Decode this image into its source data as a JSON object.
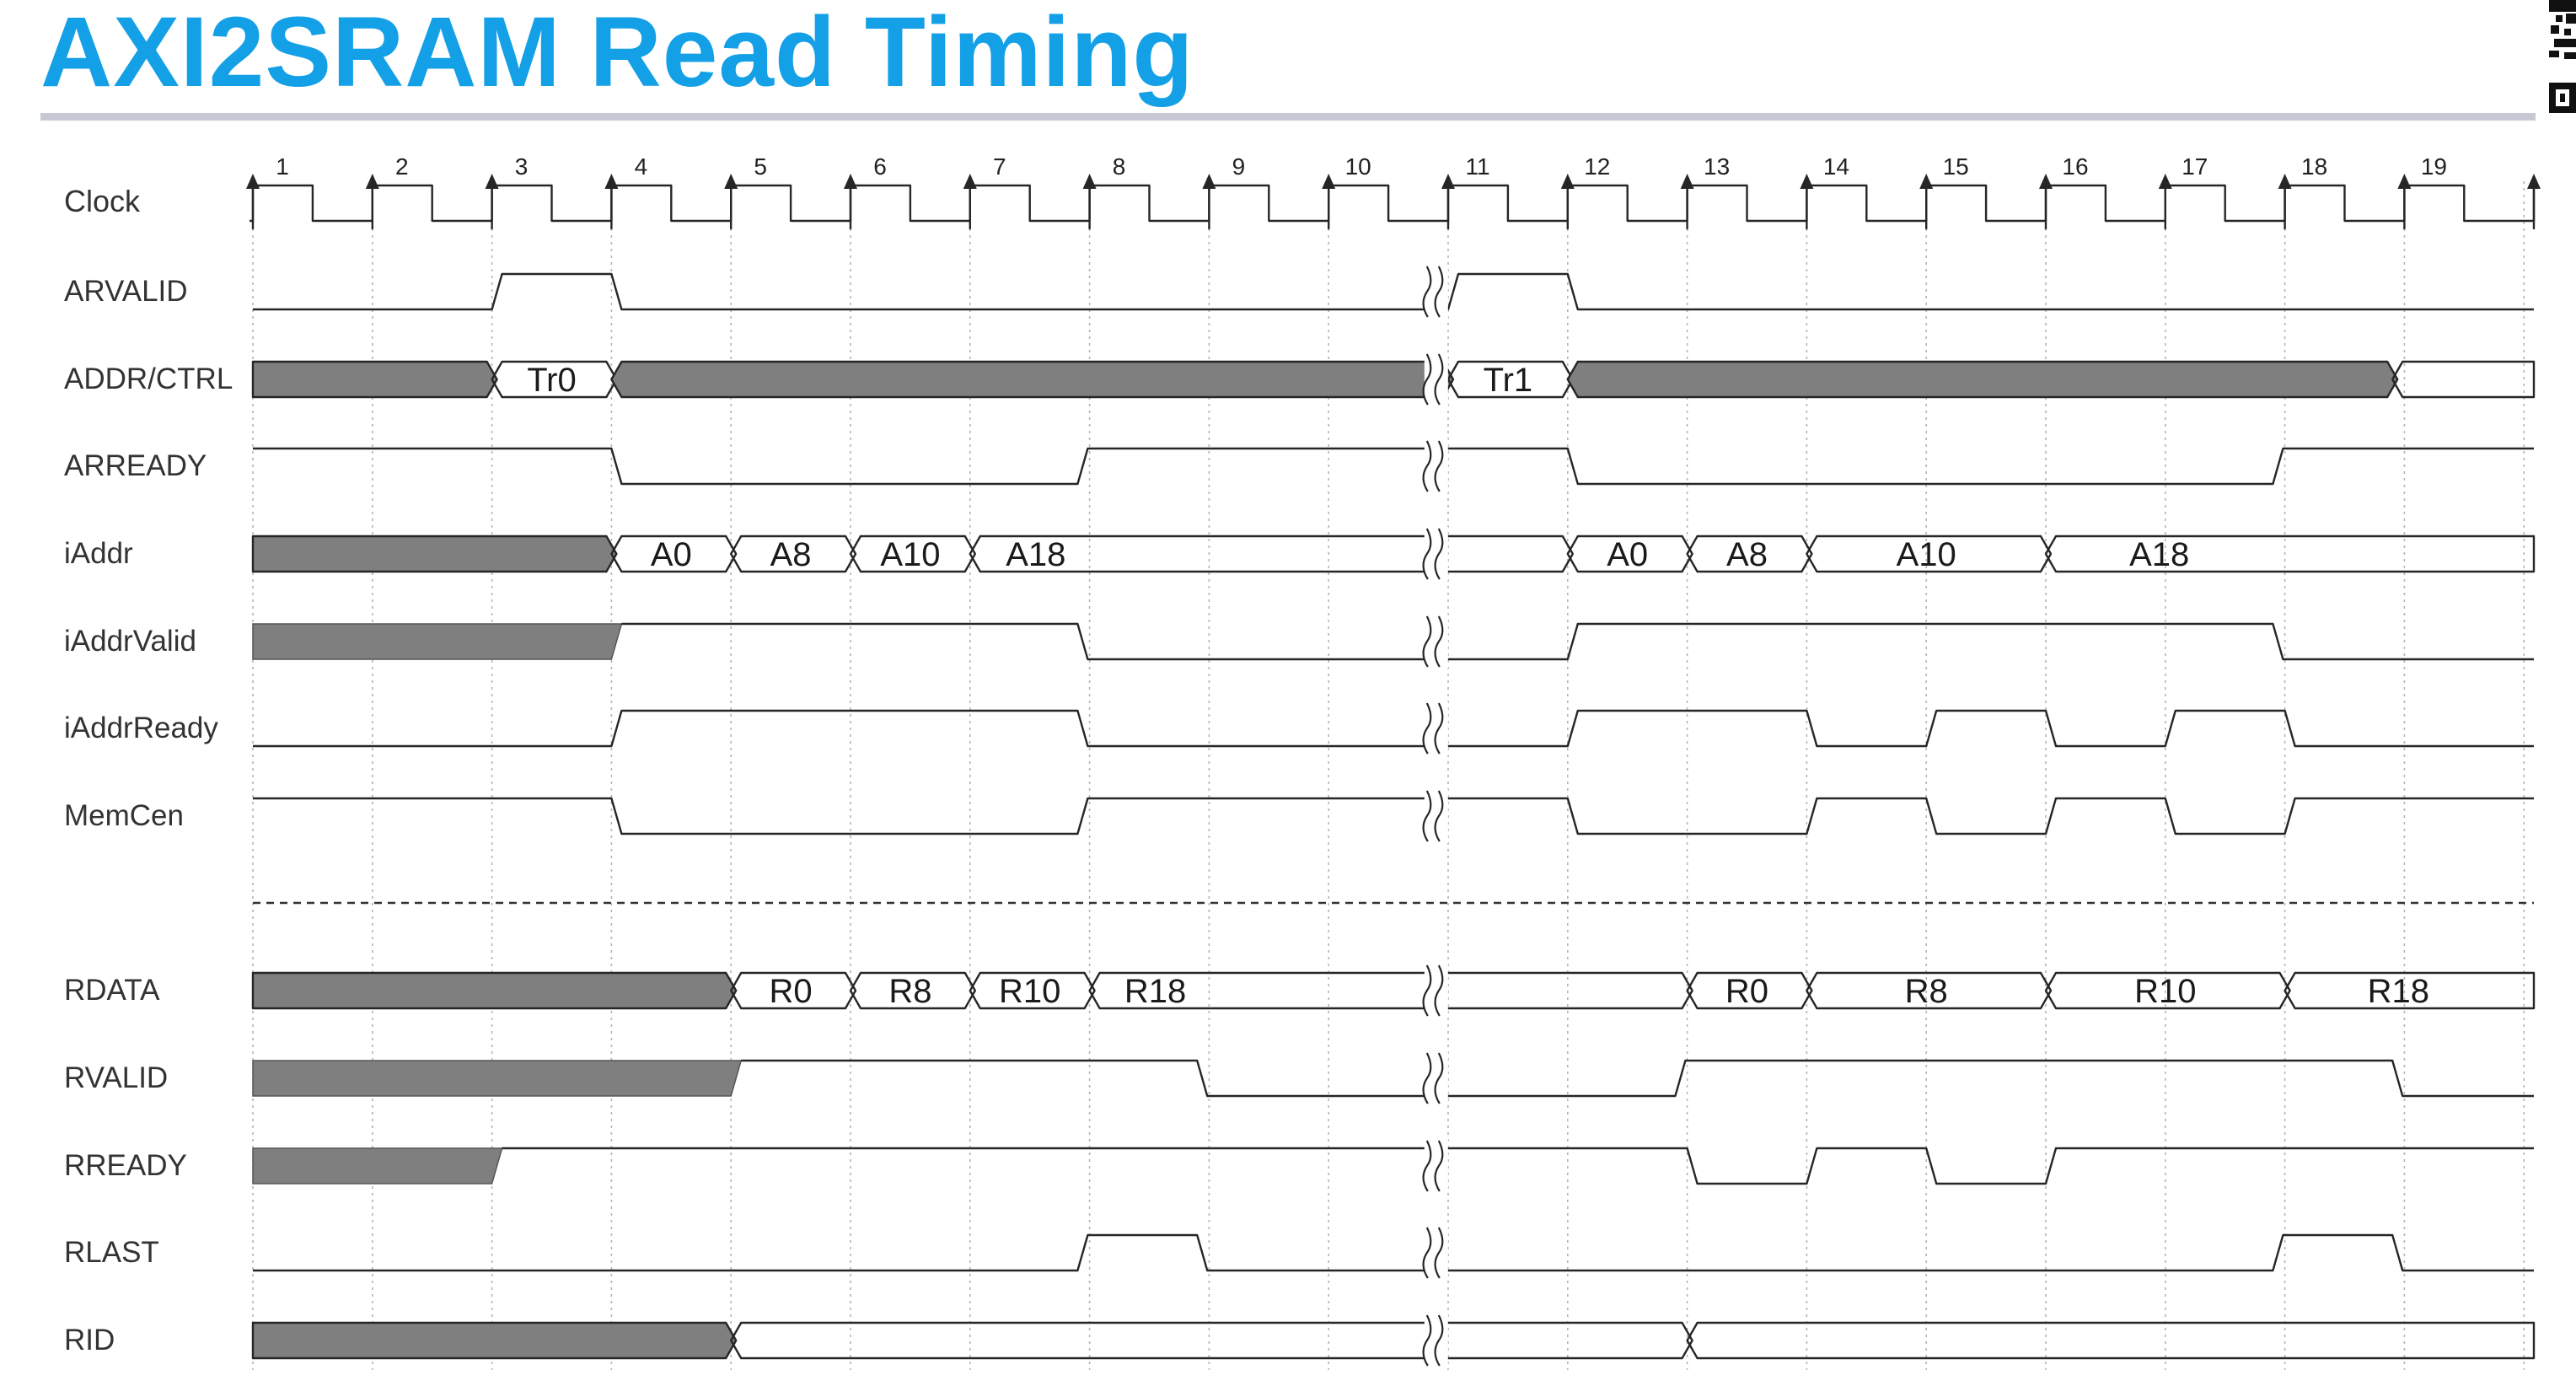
{
  "title": "AXI2SRAM Read Timing",
  "colors": {
    "title": "#14a0e6",
    "rule": "#c6c9d4",
    "bus_fill": "#7f7f7f",
    "line": "#262626",
    "grid": "#b4b4b4"
  },
  "icons": [
    "qr-code-icon",
    "break-icon"
  ],
  "timing": {
    "clock_label": "Clock",
    "cycles": [
      1,
      2,
      3,
      4,
      5,
      6,
      7,
      8,
      9,
      10,
      11,
      12,
      13,
      14,
      15,
      16,
      17,
      18,
      19
    ],
    "break_cycle": 9.9,
    "signals": [
      {
        "name": "ARVALID",
        "kind": "bit",
        "wave": [
          [
            0,
            0
          ],
          [
            2,
            1
          ],
          [
            3,
            0
          ],
          [
            10,
            1
          ],
          [
            11,
            0
          ]
        ]
      },
      {
        "name": "ADDR/CTRL",
        "kind": "bus",
        "segments": [
          [
            0,
            2,
            "",
            "x"
          ],
          [
            2,
            3,
            "Tr0",
            "v"
          ],
          [
            3,
            9.9,
            "",
            "x"
          ],
          [
            9.9,
            10,
            "",
            "x"
          ],
          [
            10,
            11,
            "Tr1",
            "v"
          ],
          [
            11,
            17.9,
            "",
            "x"
          ],
          [
            17.9,
            20,
            "",
            "v"
          ]
        ]
      },
      {
        "name": "ARREADY",
        "kind": "bit",
        "wave": [
          [
            0,
            1
          ],
          [
            3,
            0
          ],
          [
            6.9,
            1
          ],
          [
            11,
            0
          ],
          [
            16.9,
            1
          ]
        ]
      },
      {
        "name": "iAddr",
        "kind": "bus",
        "segments": [
          [
            0,
            3,
            "",
            "x"
          ],
          [
            3,
            4,
            "A0",
            "v"
          ],
          [
            4,
            5,
            "A8",
            "v"
          ],
          [
            5,
            6,
            "A10",
            "v"
          ],
          [
            6,
            9.9,
            "A18",
            "v"
          ],
          [
            9.9,
            11,
            "",
            "v"
          ],
          [
            11,
            12,
            "A0",
            "v"
          ],
          [
            12,
            13,
            "A8",
            "v"
          ],
          [
            13,
            15,
            "A10",
            "v"
          ],
          [
            15,
            20,
            "A18",
            "v"
          ]
        ]
      },
      {
        "name": "iAddrValid",
        "kind": "bit",
        "wave": [
          [
            0,
            "x"
          ],
          [
            3,
            1
          ],
          [
            6.9,
            0
          ],
          [
            11,
            1
          ],
          [
            16.9,
            0
          ]
        ]
      },
      {
        "name": "iAddrReady",
        "kind": "bit",
        "wave": [
          [
            0,
            0
          ],
          [
            3,
            1
          ],
          [
            6.9,
            0
          ],
          [
            11,
            1
          ],
          [
            13,
            0
          ],
          [
            14,
            1
          ],
          [
            15,
            0
          ],
          [
            16,
            1
          ],
          [
            17,
            0
          ]
        ]
      },
      {
        "name": "MemCen",
        "kind": "bit",
        "wave": [
          [
            0,
            1
          ],
          [
            3,
            0
          ],
          [
            6.9,
            1
          ],
          [
            11,
            0
          ],
          [
            13,
            1
          ],
          [
            14,
            0
          ],
          [
            15,
            1
          ],
          [
            16,
            0
          ],
          [
            17,
            1
          ]
        ]
      },
      {
        "name": "RDATA",
        "kind": "bus",
        "segments": [
          [
            0,
            4,
            "",
            "x"
          ],
          [
            4,
            5,
            "R0",
            "v"
          ],
          [
            5,
            6,
            "R8",
            "v"
          ],
          [
            6,
            7,
            "R10",
            "v"
          ],
          [
            7,
            9.9,
            "R18",
            "v"
          ],
          [
            9.9,
            12,
            "",
            "v"
          ],
          [
            12,
            13,
            "R0",
            "v"
          ],
          [
            13,
            15,
            "R8",
            "v"
          ],
          [
            15,
            17,
            "R10",
            "v"
          ],
          [
            17,
            20,
            "R18",
            "v"
          ]
        ]
      },
      {
        "name": "RVALID",
        "kind": "bit",
        "wave": [
          [
            0,
            "x"
          ],
          [
            4,
            1
          ],
          [
            7.9,
            0
          ],
          [
            11.9,
            1
          ],
          [
            17.9,
            0
          ]
        ]
      },
      {
        "name": "RREADY",
        "kind": "bit",
        "wave": [
          [
            0,
            "x"
          ],
          [
            2,
            1
          ],
          [
            12,
            0
          ],
          [
            13,
            1
          ],
          [
            14,
            0
          ],
          [
            15,
            1
          ]
        ]
      },
      {
        "name": "RLAST",
        "kind": "bit",
        "wave": [
          [
            0,
            0
          ],
          [
            6.9,
            1
          ],
          [
            7.9,
            0
          ],
          [
            16.9,
            1
          ],
          [
            17.9,
            0
          ]
        ]
      },
      {
        "name": "RID",
        "kind": "bus",
        "segments": [
          [
            0,
            4,
            "",
            "x"
          ],
          [
            4,
            12,
            "",
            "v"
          ],
          [
            12,
            20,
            "",
            "v"
          ]
        ]
      }
    ]
  }
}
